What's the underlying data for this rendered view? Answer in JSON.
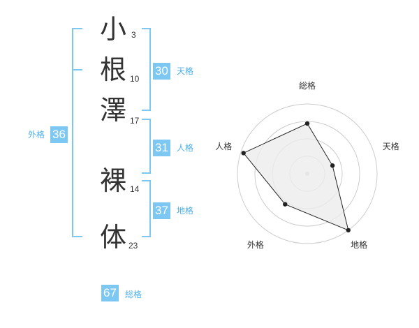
{
  "name": {
    "characters": [
      {
        "char": "小",
        "strokes": "3"
      },
      {
        "char": "根",
        "strokes": "10"
      },
      {
        "char": "澤",
        "strokes": "17"
      },
      {
        "char": "裸",
        "strokes": "14"
      },
      {
        "char": "体",
        "strokes": "23"
      }
    ]
  },
  "fortunes": {
    "tenkaku": {
      "value": "30",
      "label": "天格"
    },
    "jinkaku": {
      "value": "31",
      "label": "人格"
    },
    "chikaku": {
      "value": "37",
      "label": "地格"
    },
    "gaikaku": {
      "value": "36",
      "label": "外格"
    },
    "soukaku": {
      "value": "67",
      "label": "総格"
    }
  },
  "chart_data": {
    "type": "radar",
    "axes": [
      "総格",
      "天格",
      "地格",
      "外格",
      "人格"
    ],
    "values": [
      0.72,
      0.38,
      1.0,
      0.54,
      0.96
    ],
    "range": [
      0,
      1
    ],
    "rings": 4,
    "colors": {
      "fill": "#ececec",
      "line": "#222222",
      "grid": "#cccccc",
      "point": "#222222"
    }
  },
  "colors": {
    "accent": "#7dc8f2",
    "bracket": "#7dc8f2",
    "label": "#4db0e8"
  }
}
